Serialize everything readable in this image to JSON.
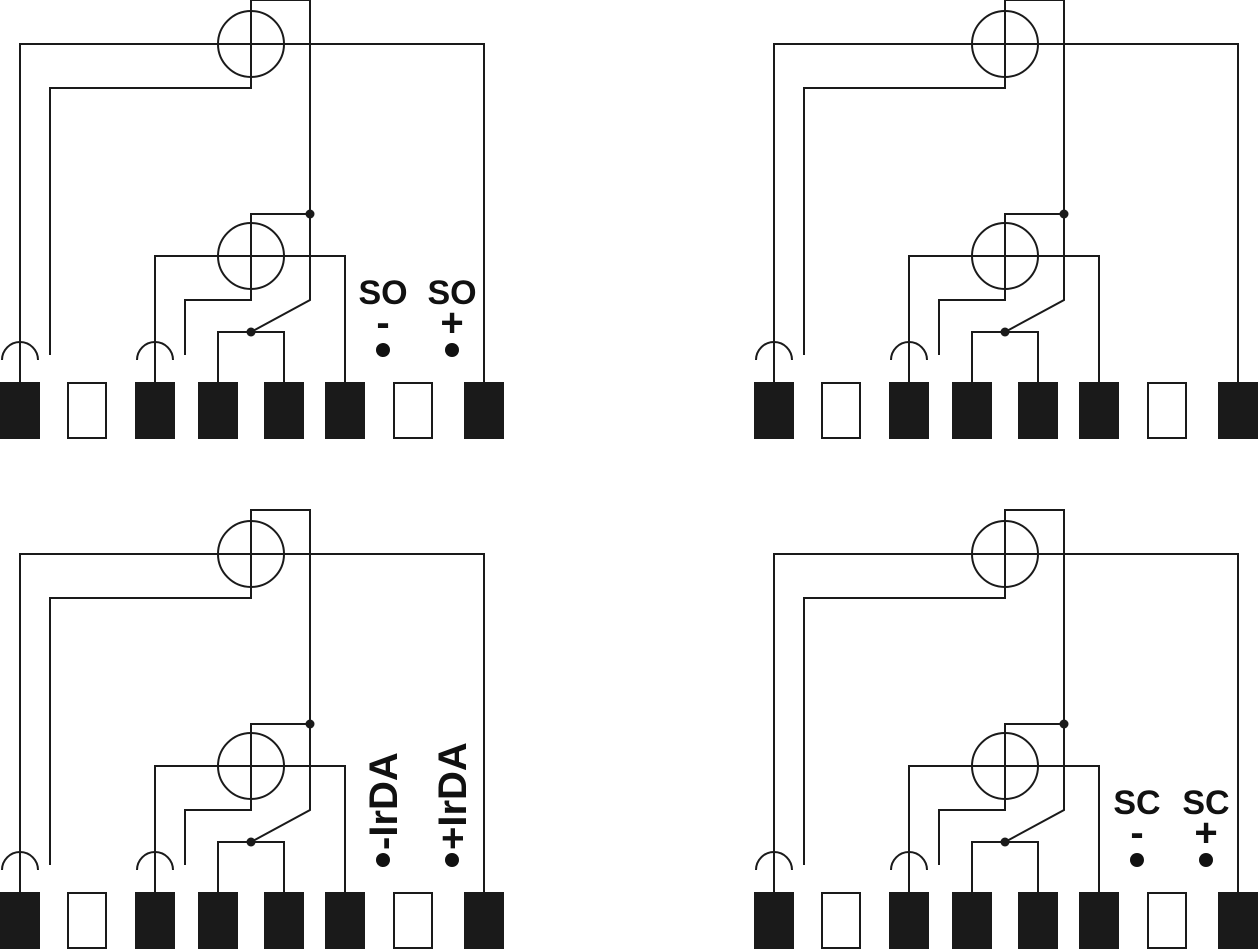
{
  "colors": {
    "ink": "#1a1a1a",
    "background": "#ffffff"
  },
  "panels": [
    {
      "id": "top-left",
      "pins": [
        "filled",
        "empty",
        "filled",
        "filled",
        "filled",
        "filled",
        "empty",
        "filled"
      ],
      "label_style": "horizontal",
      "labels": [
        {
          "text": "SO",
          "polarity": "-"
        },
        {
          "text": "SO",
          "polarity": "+"
        }
      ]
    },
    {
      "id": "top-right",
      "pins": [
        "filled",
        "empty",
        "filled",
        "filled",
        "filled",
        "filled",
        "empty",
        "filled"
      ],
      "label_style": "none",
      "labels": []
    },
    {
      "id": "bottom-left",
      "pins": [
        "filled",
        "empty",
        "filled",
        "filled",
        "filled",
        "filled",
        "empty",
        "filled"
      ],
      "label_style": "vertical",
      "labels": [
        {
          "text": "IrDA",
          "polarity": "-"
        },
        {
          "text": "IrDA",
          "polarity": "+"
        }
      ]
    },
    {
      "id": "bottom-right",
      "pins": [
        "filled",
        "empty",
        "filled",
        "filled",
        "filled",
        "filled",
        "empty",
        "filled"
      ],
      "label_style": "horizontal",
      "labels": [
        {
          "text": "SC",
          "polarity": "-"
        },
        {
          "text": "SC",
          "polarity": "+"
        }
      ]
    }
  ]
}
